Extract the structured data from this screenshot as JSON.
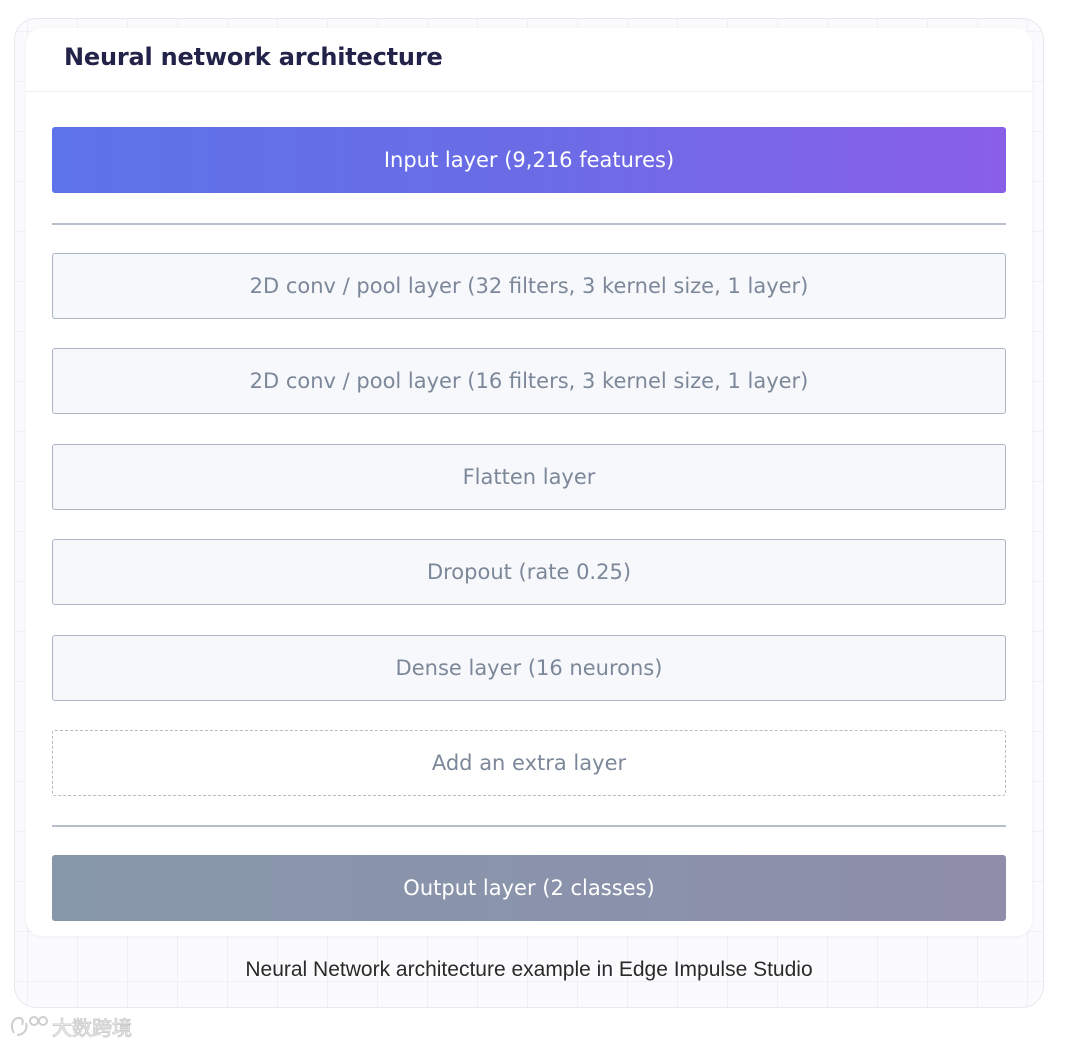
{
  "panel": {
    "title": "Neural network architecture"
  },
  "layers": {
    "input": "Input layer (9,216 features)",
    "hidden": [
      "2D conv / pool layer (32 filters, 3 kernel size, 1 layer)",
      "2D conv / pool layer (16 filters, 3 kernel size, 1 layer)",
      "Flatten layer",
      "Dropout (rate 0.25)",
      "Dense layer (16 neurons)"
    ],
    "add_extra": "Add an extra layer",
    "output": "Output layer (2 classes)"
  },
  "caption": "Neural Network architecture example in Edge Impulse Studio",
  "watermark": {
    "text": "大数跨境",
    "icon": "brand-logo-icon"
  },
  "colors": {
    "input_gradient_start": "#5d73e9",
    "input_gradient_end": "#8a5fe8",
    "output_gradient_start": "#8797aa",
    "output_gradient_end": "#8e8daa",
    "hidden_border": "#aab4c3",
    "hidden_text": "#7c8899",
    "title_text": "#23234a"
  }
}
